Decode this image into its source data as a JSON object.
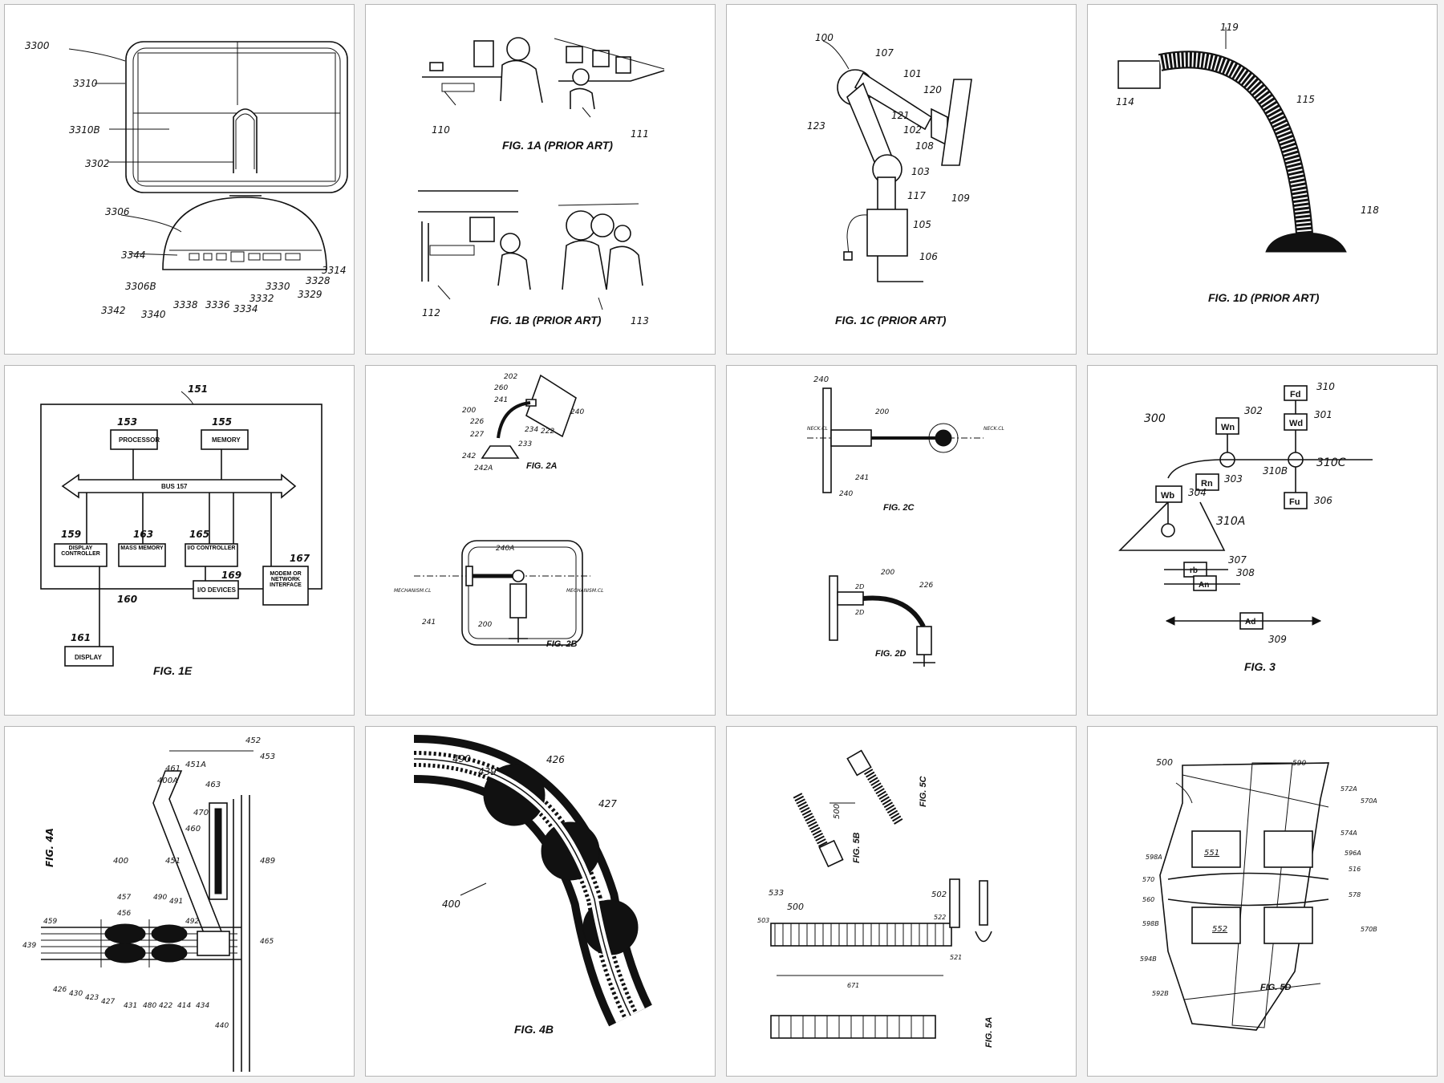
{
  "panels": [
    {
      "fig": "",
      "labels": [
        "3300",
        "3310",
        "3310B",
        "3302",
        "3306",
        "3344",
        "3306B",
        "3342",
        "3340",
        "3338",
        "3336",
        "3334",
        "3332",
        "3330",
        "3329",
        "3328",
        "3314"
      ]
    },
    {
      "fig": "FIG. 1A (PRIOR ART)",
      "fig2": "FIG. 1B (PRIOR ART)",
      "labels": [
        "110",
        "111",
        "112",
        "113"
      ]
    },
    {
      "fig": "FIG. 1C (PRIOR ART)",
      "labels": [
        "100",
        "107",
        "101",
        "120",
        "121",
        "123",
        "102",
        "108",
        "103",
        "117",
        "105",
        "106",
        "109"
      ]
    },
    {
      "fig": "FIG. 1D (PRIOR ART)",
      "labels": [
        "119",
        "114",
        "115",
        "118"
      ]
    },
    {
      "fig": "FIG. 1E",
      "labels": [
        "151",
        "153",
        "155",
        "157",
        "159",
        "163",
        "165",
        "167",
        "169",
        "160",
        "161"
      ],
      "boxes": {
        "processor": "PROCESSOR",
        "memory": "MEMORY",
        "bus": "BUS 157",
        "display_controller": "DISPLAY CONTROLLER",
        "mass_memory": "MASS MEMORY",
        "io_controller": "I/O CONTROLLER",
        "io_devices": "I/O DEVICES",
        "modem": "MODEM OR NETWORK INTERFACE",
        "display": "DISPLAY"
      }
    },
    {
      "fig": "FIG. 2A",
      "fig2": "FIG. 2B",
      "labels": [
        "202",
        "260",
        "241",
        "200",
        "226",
        "227",
        "234",
        "222",
        "240",
        "233",
        "242",
        "242A",
        "240A",
        "MECHANISM.CL",
        "MECHANISM.CL",
        "241",
        "200"
      ]
    },
    {
      "fig": "FIG. 2C",
      "fig2": "FIG. 2D",
      "labels": [
        "240",
        "200",
        "NECK.CL",
        "NECK.CL",
        "241",
        "240",
        "200",
        "2D",
        "2D",
        "226"
      ]
    },
    {
      "fig": "FIG. 3",
      "labels": [
        "300",
        "302",
        "310",
        "301",
        "Fd",
        "Wn",
        "Wd",
        "Rn",
        "303",
        "310B",
        "310C",
        "Wb",
        "304",
        "310A",
        "Fu",
        "306",
        "rb",
        "307",
        "An",
        "308",
        "Ad",
        "309"
      ]
    },
    {
      "fig": "FIG. 4A",
      "labels": [
        "400A",
        "461",
        "451A",
        "452",
        "453",
        "463",
        "470",
        "460",
        "451",
        "400",
        "457",
        "456",
        "489",
        "490",
        "491",
        "492",
        "459",
        "439",
        "465",
        "426",
        "430",
        "423",
        "427",
        "431",
        "480",
        "422",
        "414",
        "434",
        "440"
      ]
    },
    {
      "fig": "FIG. 4B",
      "labels": [
        "490",
        "439",
        "426",
        "427",
        "400"
      ]
    },
    {
      "fig": "FIG. 5A",
      "fig2": "FIG. 5B",
      "fig3": "FIG. 5C",
      "labels": [
        "500",
        "533",
        "503",
        "500",
        "502",
        "522",
        "521",
        "671"
      ]
    },
    {
      "fig": "FIG. 5D",
      "labels": [
        "500",
        "590",
        "572A",
        "570A",
        "574A",
        "551",
        "596A",
        "516",
        "598A",
        "570",
        "560",
        "578",
        "598B",
        "552",
        "570B",
        "594B",
        "592B"
      ]
    }
  ]
}
